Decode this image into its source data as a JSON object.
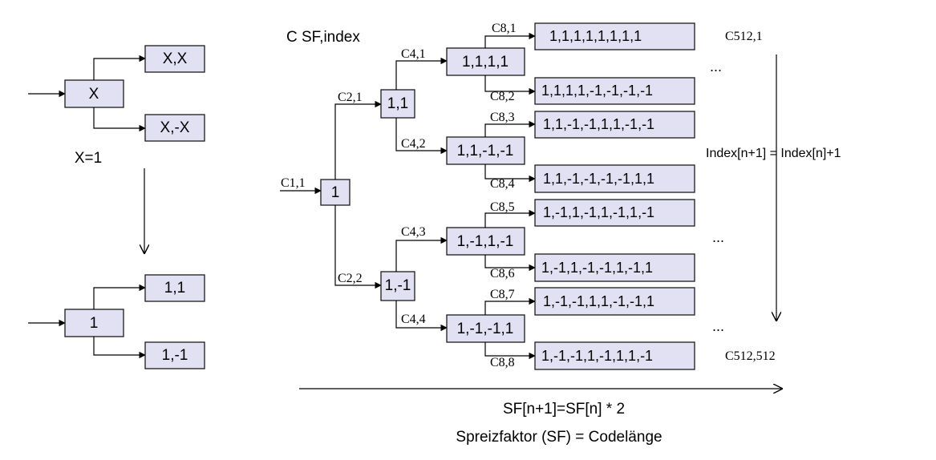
{
  "left_example": {
    "generic": {
      "input": "X",
      "upper": "X,X",
      "lower": "X,-X"
    },
    "assignment": "X=1",
    "concrete": {
      "input": "1",
      "upper": "1,1",
      "lower": "1,-1"
    }
  },
  "title": "C SF,index",
  "labels": {
    "c1_1": "C1,1",
    "c2_1": "C2,1",
    "c2_2": "C2,2",
    "c4_1": "C4,1",
    "c4_2": "C4,2",
    "c4_3": "C4,3",
    "c4_4": "C4,4",
    "c8_1": "C8,1",
    "c8_2": "C8,2",
    "c8_3": "C8,3",
    "c8_4": "C8,4",
    "c8_5": "C8,5",
    "c8_6": "C8,6",
    "c8_7": "C8,7",
    "c8_8": "C8,8",
    "c512_1": "C512,1",
    "c512_512": "C512,512"
  },
  "codes": {
    "sf1": "1",
    "sf2_1": "1,1",
    "sf2_2": "1,-1",
    "sf4_1": "1,1,1,1",
    "sf4_2": "1,1,-1,-1",
    "sf4_3": "1,-1,1,-1",
    "sf4_4": "1,-1,-1,1",
    "sf8_1": "1,1,1,1,1,1,1,1",
    "sf8_2": "1,1,1,1,-1,-1,-1,-1",
    "sf8_3": "1,1,-1,-1,1,1,-1,-1",
    "sf8_4": "1,1,-1,-1,-1,-1,1,1",
    "sf8_5": "1,-1,1,-1,1,-1,1,-1",
    "sf8_6": "1,-1,1,-1,-1,1,-1,1",
    "sf8_7": "1,-1,-1,1,1,-1,-1,1",
    "sf8_8": "1,-1,-1,1,-1,1,1,-1"
  },
  "ellipsis": "...",
  "index_rule": "Index[n+1] = Index[n]+1",
  "sf_rule": "SF[n+1]=SF[n] * 2",
  "sf_definition": "Spreizfaktor  (SF) = Codelänge"
}
